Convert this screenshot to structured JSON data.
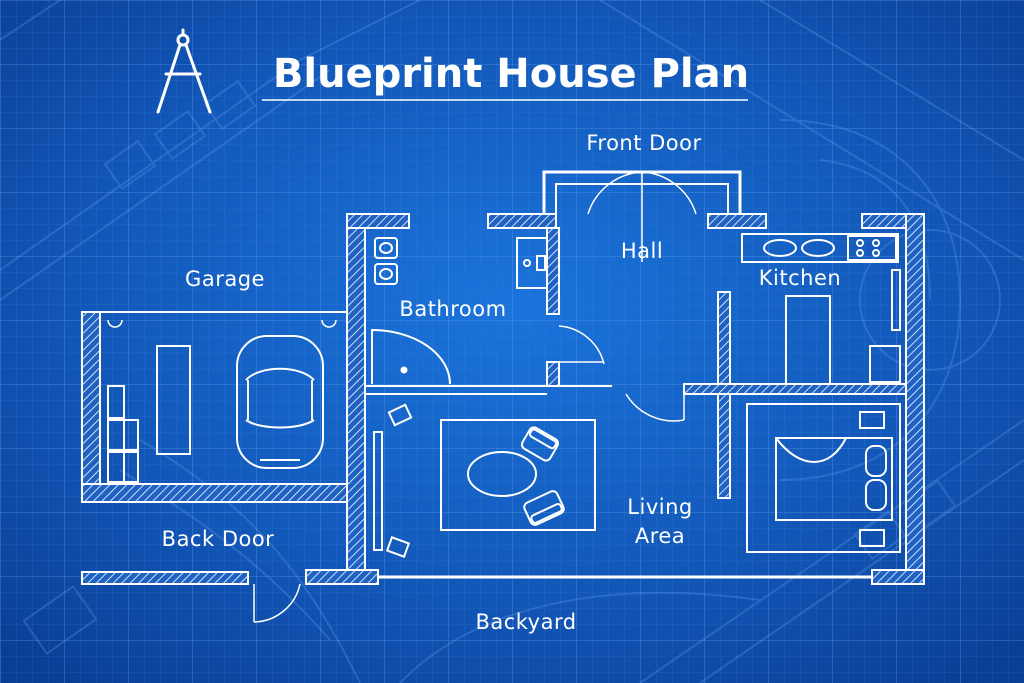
{
  "title": "Blueprint House Plan",
  "rooms": {
    "front_door": "Front Door",
    "hall": "Hall",
    "garage": "Garage",
    "bathroom": "Bathroom",
    "kitchen": "Kitchen",
    "back_door": "Back Door",
    "living_area_line1": "Living",
    "living_area_line2": "Area",
    "backyard": "Backyard"
  },
  "colors": {
    "background": "#0d47a8",
    "background_glow": "#1a6fd6",
    "lines": "#ffffff",
    "grid": "#3d7fd6"
  },
  "icons": {
    "logo": "drafting-compass-icon"
  }
}
